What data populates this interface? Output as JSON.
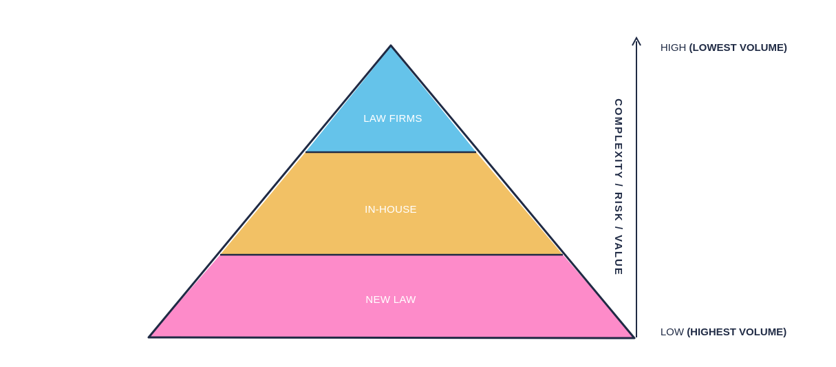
{
  "pyramid": {
    "tiers": [
      {
        "label": "LAW FIRMS",
        "color": "#65c3ea"
      },
      {
        "label": "IN-HOUSE",
        "color": "#f2c165"
      },
      {
        "label": "NEW LAW",
        "color": "#fd8bc9"
      }
    ],
    "outline_color": "#1f2a44"
  },
  "axis": {
    "title": "COMPLEXITY / RISK / VALUE",
    "high_prefix": "HIGH ",
    "high_detail": "(LOWEST VOLUME)",
    "low_prefix": "LOW ",
    "low_detail": "(HIGHEST VOLUME)",
    "color": "#1f2a44"
  }
}
